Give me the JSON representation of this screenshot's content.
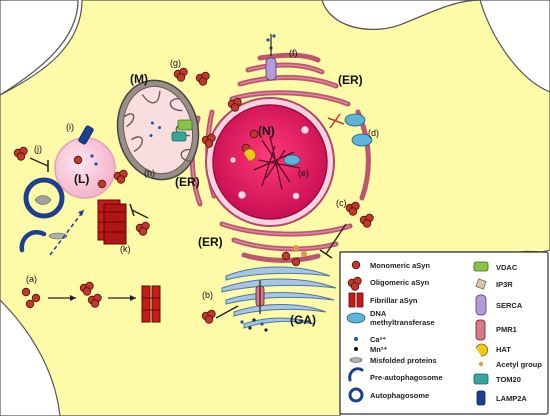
{
  "labels": {
    "mito": "(M)",
    "nucleus": "(N)",
    "er_top": "(ER)",
    "er_left": "(ER)",
    "er_bottom": "(ER)",
    "lysosome": "(L)",
    "golgi": "(GA)",
    "a": "(a)",
    "b": "(b)",
    "c": "(c)",
    "d": "(d)",
    "e": "(e)",
    "f": "(f)",
    "g": "(g)",
    "h": "(h)",
    "i": "(i)",
    "j": "(j)",
    "k": "(k)"
  },
  "legend": {
    "left": [
      {
        "icon": "monomeric-asyn-icon",
        "label": "Monomeric aSyn"
      },
      {
        "icon": "oligomeric-asyn-icon",
        "label": "Oligomeric aSyn"
      },
      {
        "icon": "fibrillar-asyn-icon",
        "label": "Fibrillar aSyn"
      },
      {
        "icon": "dna-methyltransferase-icon",
        "label": "DNA methyltransferase"
      },
      {
        "icon": "calcium-icon",
        "label": "Ca²⁺"
      },
      {
        "icon": "manganese-icon",
        "label": "Mn²⁺"
      },
      {
        "icon": "misfolded-proteins-icon",
        "label": "Misfolded proteins"
      },
      {
        "icon": "pre-autophagosome-icon",
        "label": "Pre-autophagosome"
      },
      {
        "icon": "autophagosome-icon",
        "label": "Autophagosome"
      }
    ],
    "right": [
      {
        "icon": "vdac-icon",
        "label": "VDAC"
      },
      {
        "icon": "ip3r-icon",
        "label": "IP3R"
      },
      {
        "icon": "serca-icon",
        "label": "SERCA"
      },
      {
        "icon": "pmr1-icon",
        "label": "PMR1"
      },
      {
        "icon": "hat-icon",
        "label": "HAT"
      },
      {
        "icon": "acetyl-group-icon",
        "label": "Acetyl group"
      },
      {
        "icon": "tom20-icon",
        "label": "TOM20"
      },
      {
        "icon": "lamp2a-icon",
        "label": "LAMP2A"
      }
    ]
  },
  "colors": {
    "cytoplasm": "#fdfaa8",
    "background": "#ffffff",
    "asyn": "#c0392b",
    "er": "#b5456a",
    "nucleus": "#e0195e",
    "lysosome": "#f7c6d8",
    "golgi": "#8fb4d8"
  }
}
